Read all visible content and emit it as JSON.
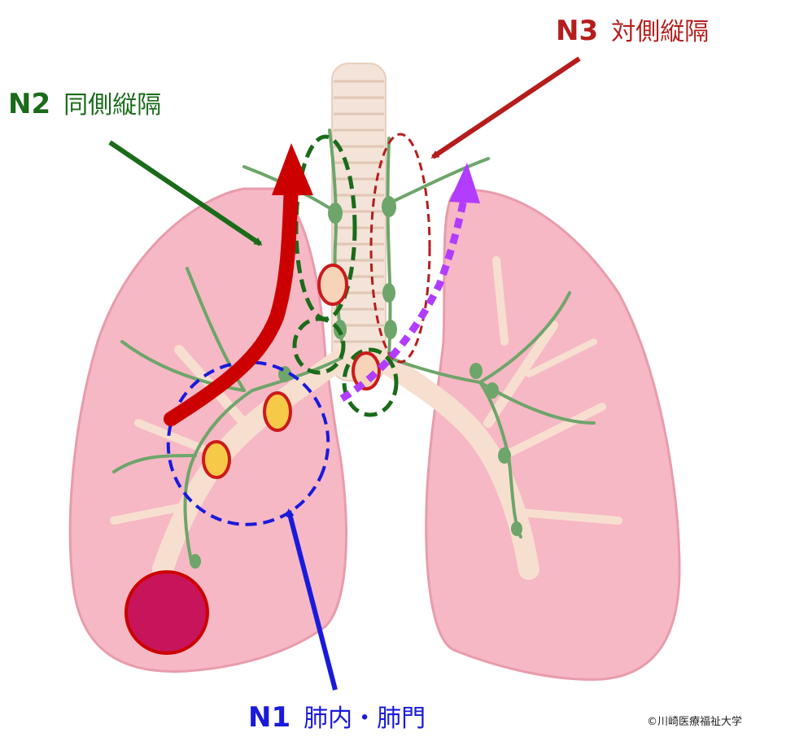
{
  "labels": {
    "n2": {
      "code": "N2",
      "name": "同側縦隔"
    },
    "n3": {
      "code": "N3",
      "name": "対側縦隔"
    },
    "n1": {
      "code": "N1",
      "name": "肺内・肺門"
    }
  },
  "copyright": "©川崎医療福祉大学",
  "colors": {
    "n1": "#1a1adc",
    "n2": "#1a6b1a",
    "n3": "#b51d1d",
    "spread_path": "#cc0000",
    "contralateral_path": "#b23cff",
    "tumor": "#c8145a",
    "lymph_node_involved": "#f7c948",
    "lymph_node_pale": "#f7d4b8",
    "lung": "#f6b8c4",
    "bronchus": "#f7dfd0",
    "lymph_vessel": "#6ea56a"
  }
}
